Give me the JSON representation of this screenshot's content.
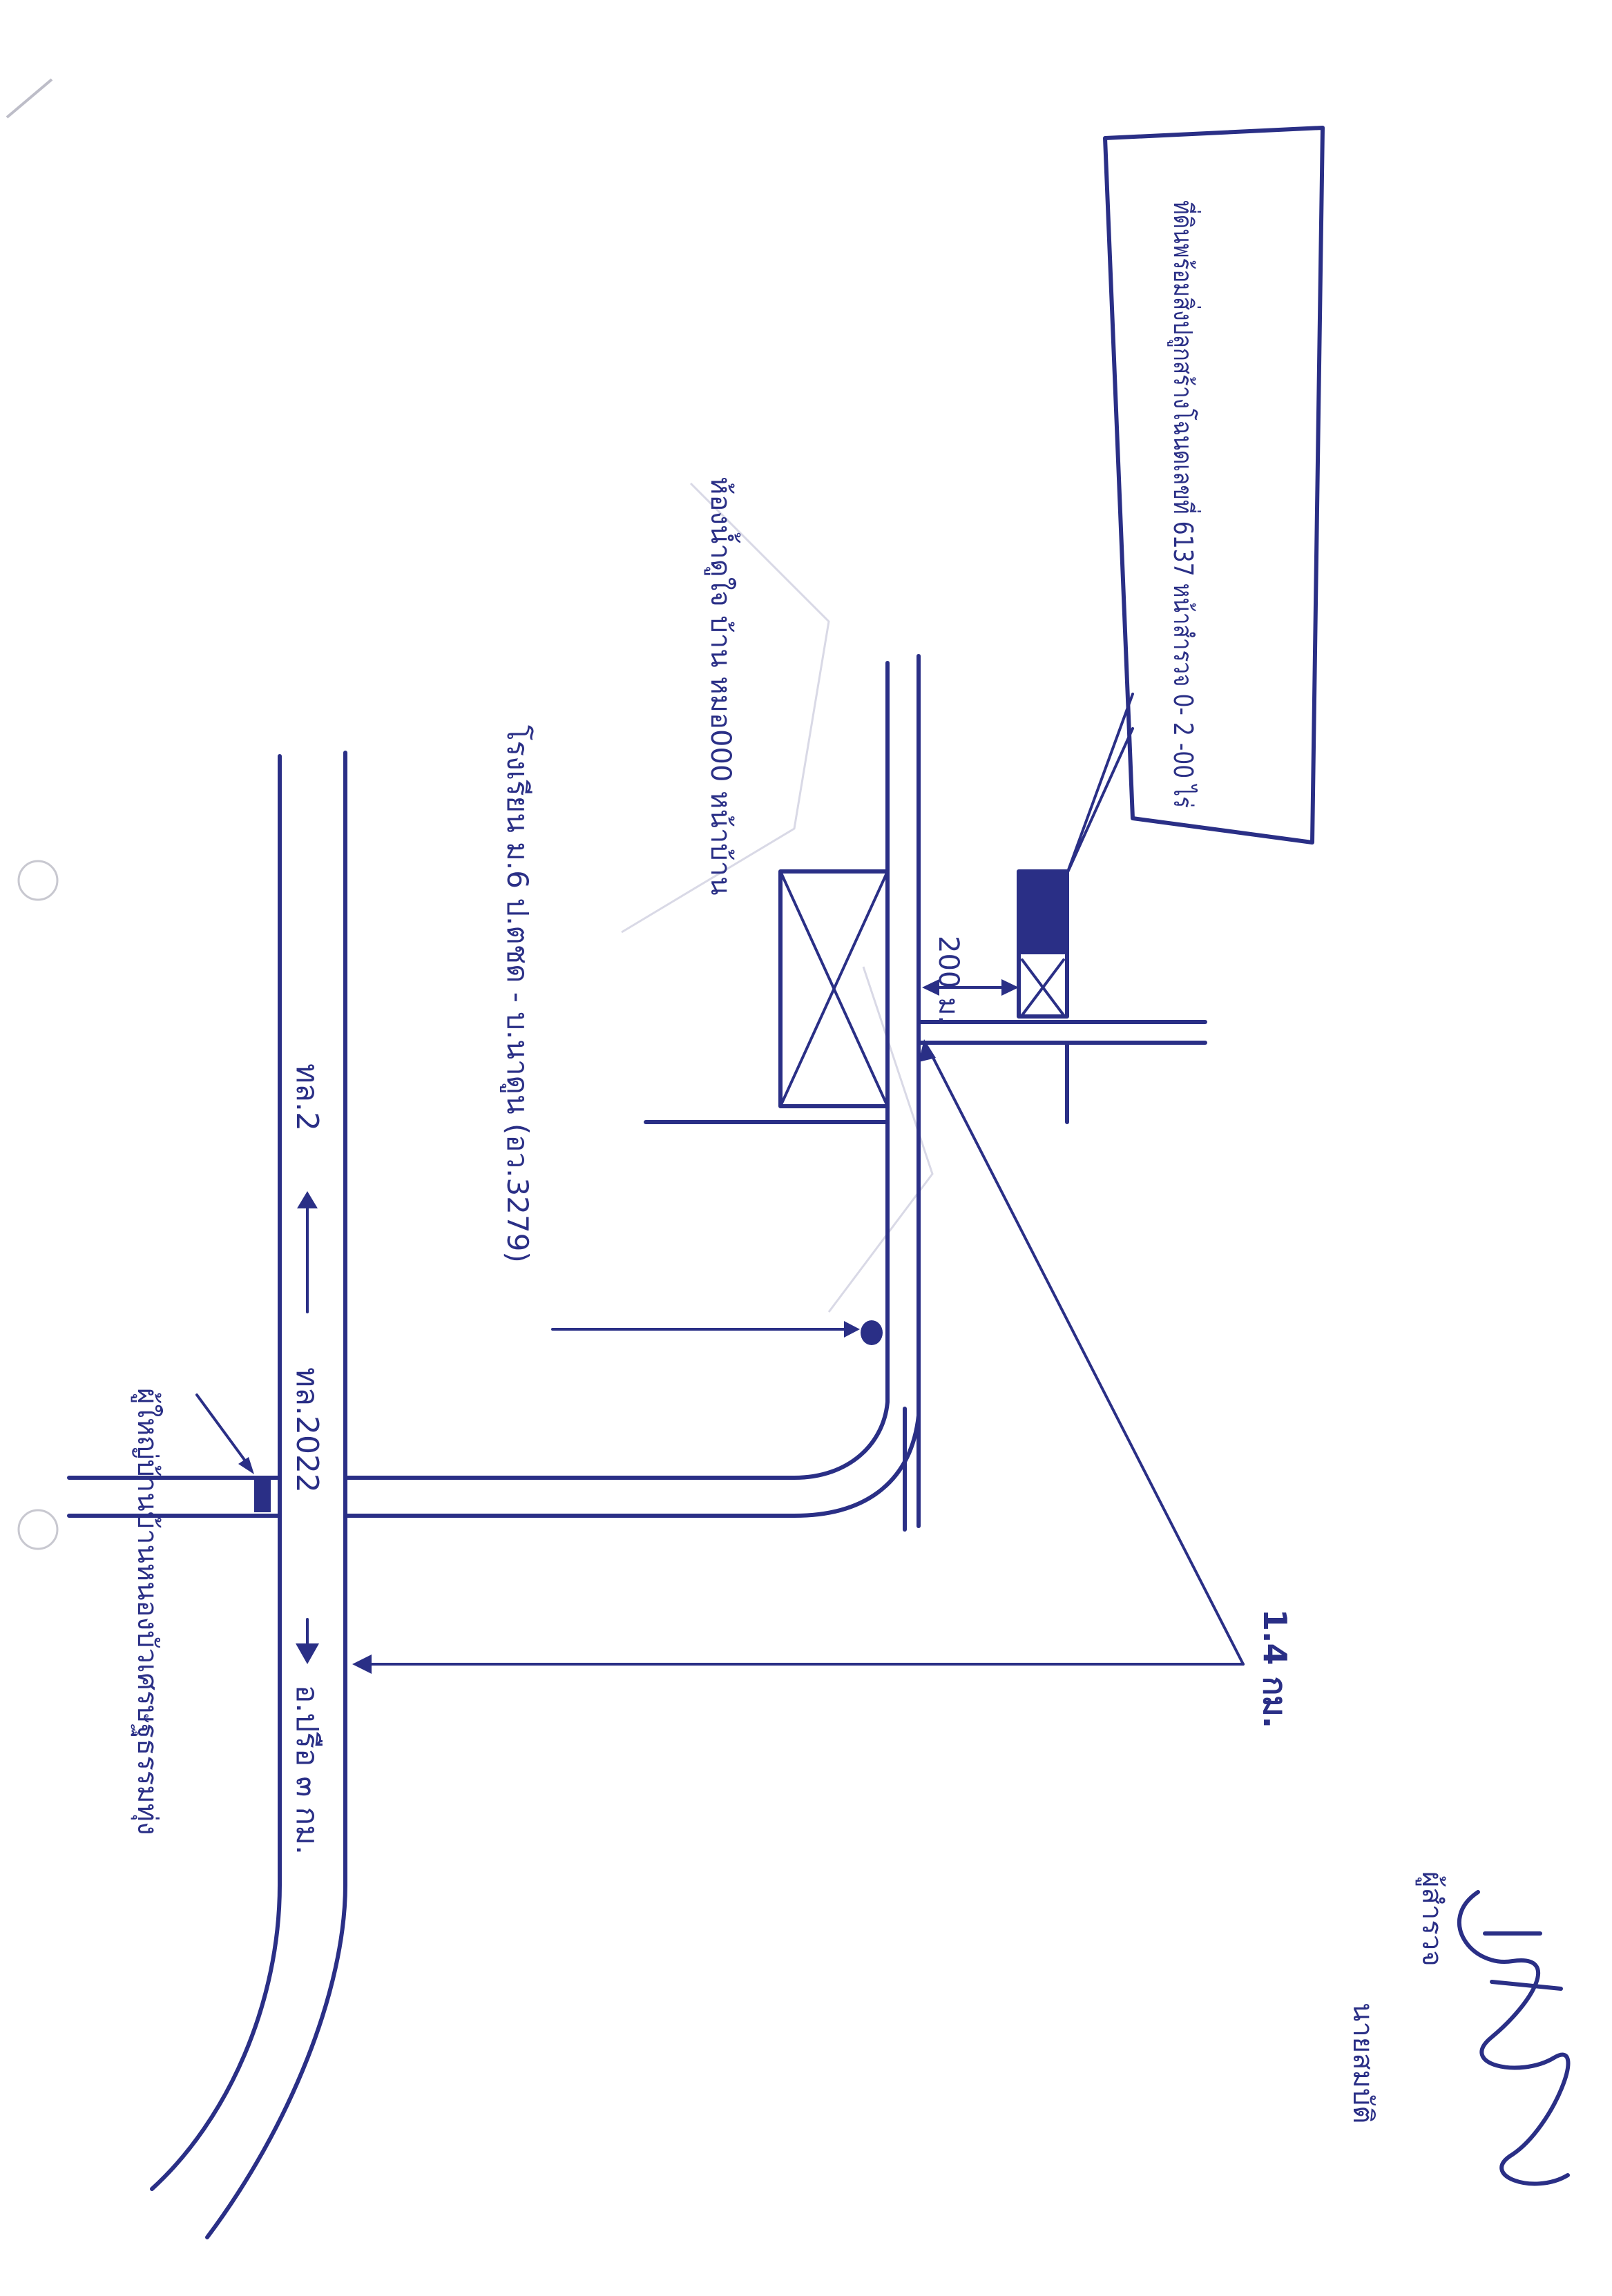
{
  "labels": {
    "village": "ผู้ใหญ่บ้านบ้านหนองบัวเศรษฐธรรมทุ่ง",
    "road_2022": "ทล.2022",
    "road_to_2": "ทล.2",
    "road_to_amphoe": "อ.ปรือ ๓ กม.",
    "school": "โรงเรียน ม.6 ป.ตชด - บ.นาดูน (อว.3279)",
    "house_one": "ห้องน้ำดูใจ บ้าน หมอ000 หน้าบ้าน",
    "distance_200m": "200 ม.",
    "target_note": "ที่ดินพร้อมสิ่งปลูกสร้างโฉนดเลขที่ 6137 หน้าสำรวจ 0- 2 -00 ไร่",
    "distance_1_4km": "1.4 กม.",
    "surveyor": "ผู้สำรวจ",
    "surveyor_name": "นายสมบัติ"
  },
  "colors": {
    "ink": "#2a2f86",
    "paper": "#ffffff"
  },
  "icons": {
    "marker": "filled-dot",
    "target": "hatched-box"
  }
}
